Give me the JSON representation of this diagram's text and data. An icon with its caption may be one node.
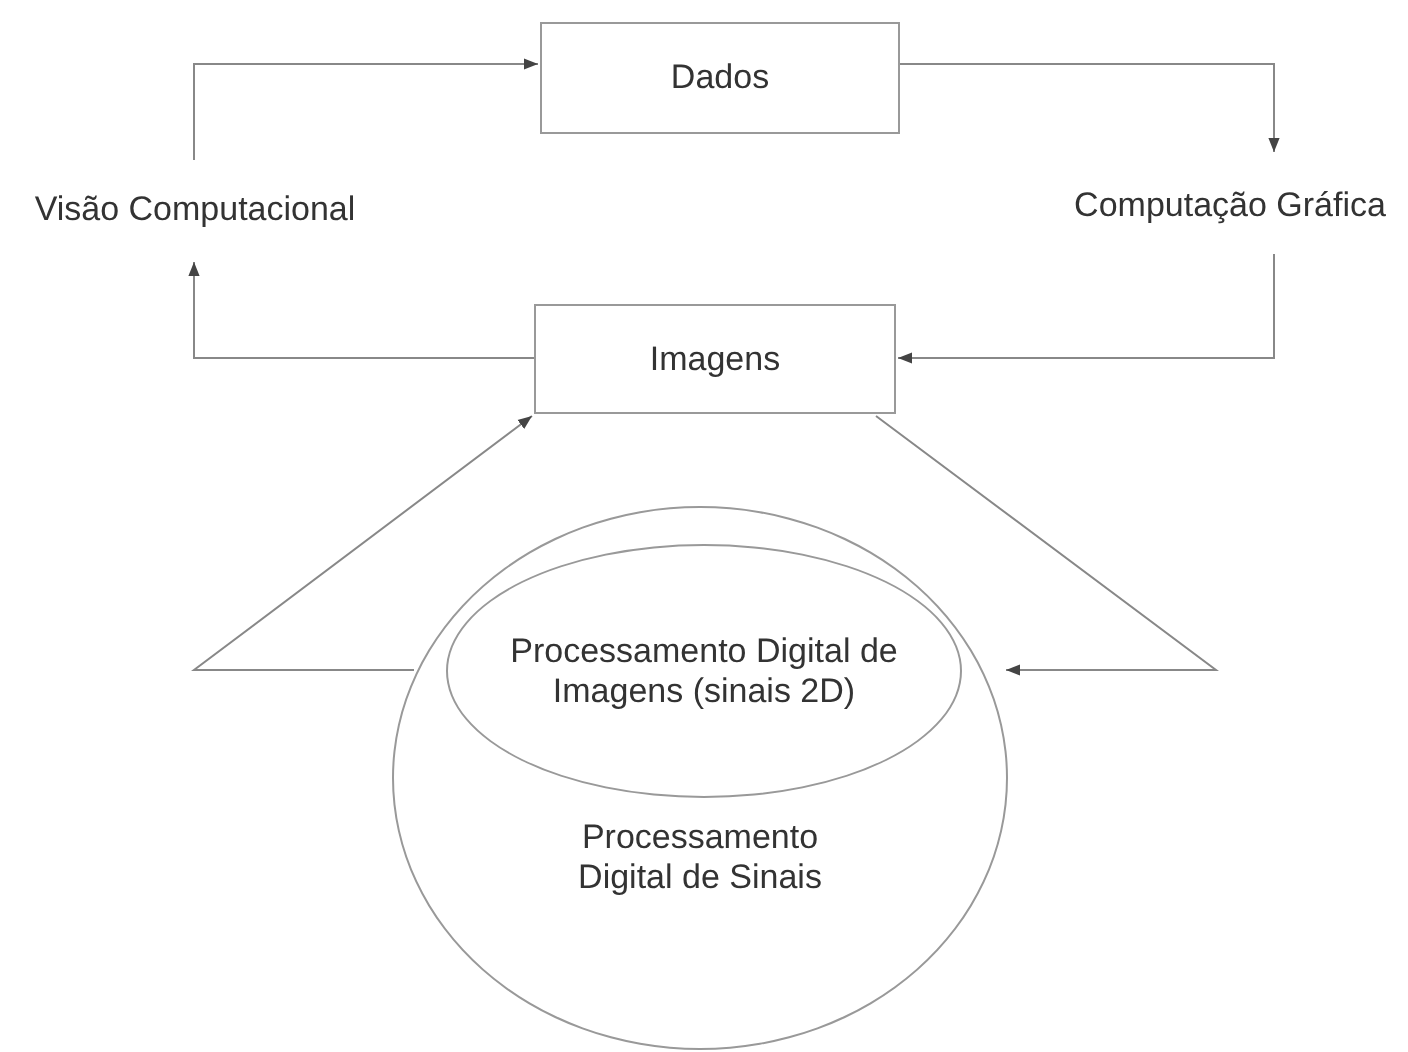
{
  "diagram": {
    "nodes": [
      {
        "text": [
          "Dados"
        ]
      },
      {
        "text": [
          "Imagens"
        ]
      },
      {
        "text": [
          "Visão Computacional"
        ]
      },
      {
        "text": [
          "Computação Gráfica"
        ]
      },
      {
        "text": [
          "Processamento Digital de Sinais"
        ]
      },
      {
        "text": [
          "Processamento Digital de Imagens (sinais 2D)"
        ],
        "in": 4
      }
    ],
    "edges": [
      {
        "from": 1,
        "to": 2,
        "arrow": "to"
      },
      {
        "from": 2,
        "to": 0,
        "arrow": "to"
      },
      {
        "from": 0,
        "to": 3,
        "arrow": "to"
      },
      {
        "from": 3,
        "to": 1,
        "arrow": "to"
      },
      {
        "from": 4,
        "to": 1,
        "arrow": "to"
      },
      {
        "from": 1,
        "to": 4,
        "arrow": "to"
      }
    ]
  }
}
